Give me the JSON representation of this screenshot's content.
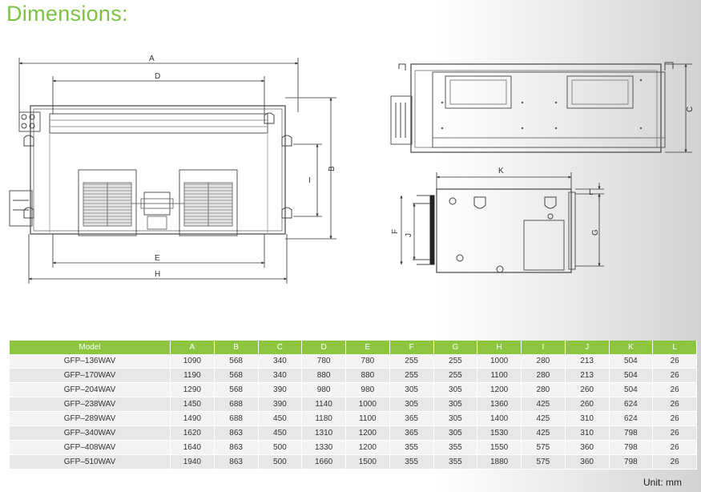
{
  "title": "Dimensions:",
  "drawing_labels": {
    "A": "A",
    "B": "B",
    "C": "C",
    "D": "D",
    "E": "E",
    "F": "F",
    "G": "G",
    "H": "H",
    "I": "I",
    "J": "J",
    "K": "K",
    "L": "L"
  },
  "table": {
    "headers": [
      "Model",
      "A",
      "B",
      "C",
      "D",
      "E",
      "F",
      "G",
      "H",
      "I",
      "J",
      "K",
      "L"
    ],
    "rows": [
      [
        "GFP–136WAV",
        "1090",
        "568",
        "340",
        "780",
        "780",
        "255",
        "255",
        "1000",
        "280",
        "213",
        "504",
        "26"
      ],
      [
        "GFP–170WAV",
        "1190",
        "568",
        "340",
        "880",
        "880",
        "255",
        "255",
        "1100",
        "280",
        "213",
        "504",
        "26"
      ],
      [
        "GFP–204WAV",
        "1290",
        "568",
        "390",
        "980",
        "980",
        "305",
        "305",
        "1200",
        "280",
        "260",
        "504",
        "26"
      ],
      [
        "GFP–238WAV",
        "1450",
        "688",
        "390",
        "1140",
        "1000",
        "305",
        "305",
        "1360",
        "425",
        "260",
        "624",
        "26"
      ],
      [
        "GFP–289WAV",
        "1490",
        "688",
        "450",
        "1180",
        "1100",
        "365",
        "305",
        "1400",
        "425",
        "310",
        "624",
        "26"
      ],
      [
        "GFP–340WAV",
        "1620",
        "863",
        "450",
        "1310",
        "1200",
        "365",
        "305",
        "1530",
        "425",
        "310",
        "798",
        "26"
      ],
      [
        "GFP–408WAV",
        "1640",
        "863",
        "500",
        "1330",
        "1200",
        "355",
        "355",
        "1550",
        "575",
        "360",
        "798",
        "26"
      ],
      [
        "GFP–510WAV",
        "1940",
        "863",
        "500",
        "1660",
        "1500",
        "355",
        "355",
        "1880",
        "575",
        "360",
        "798",
        "26"
      ]
    ]
  },
  "unit": "Unit: mm"
}
